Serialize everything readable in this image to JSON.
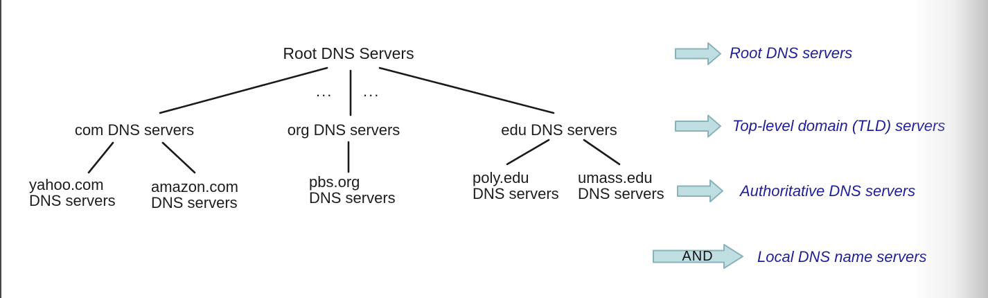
{
  "diagram": {
    "tree": {
      "root": {
        "label": "Root DNS Servers"
      },
      "ellipsis_left": "...",
      "ellipsis_right": "...",
      "tld_nodes": [
        {
          "label": "com DNS servers"
        },
        {
          "label": "org DNS servers"
        },
        {
          "label": "edu DNS servers"
        }
      ],
      "authoritative_nodes": [
        {
          "line1": "yahoo.com",
          "line2": "DNS servers"
        },
        {
          "line1": "amazon.com",
          "line2": "DNS servers"
        },
        {
          "line1": "pbs.org",
          "line2": "DNS servers"
        },
        {
          "line1": "poly.edu",
          "line2": "DNS servers"
        },
        {
          "line1": "umass.edu",
          "line2": "DNS servers"
        }
      ]
    },
    "legend": [
      {
        "label": "Root DNS servers",
        "arrow_text": ""
      },
      {
        "label": "Top-level domain (TLD) servers",
        "arrow_text": ""
      },
      {
        "label": "Authoritative DNS servers",
        "arrow_text": ""
      },
      {
        "label": "Local DNS name servers",
        "arrow_text": "AND"
      }
    ],
    "colors": {
      "arrow_fill": "#bfdee2",
      "arrow_stroke": "#88b3ba",
      "legend_text": "#1e1e99",
      "tree_text": "#1c1c1c",
      "line_color": "#1a1a1a"
    }
  }
}
